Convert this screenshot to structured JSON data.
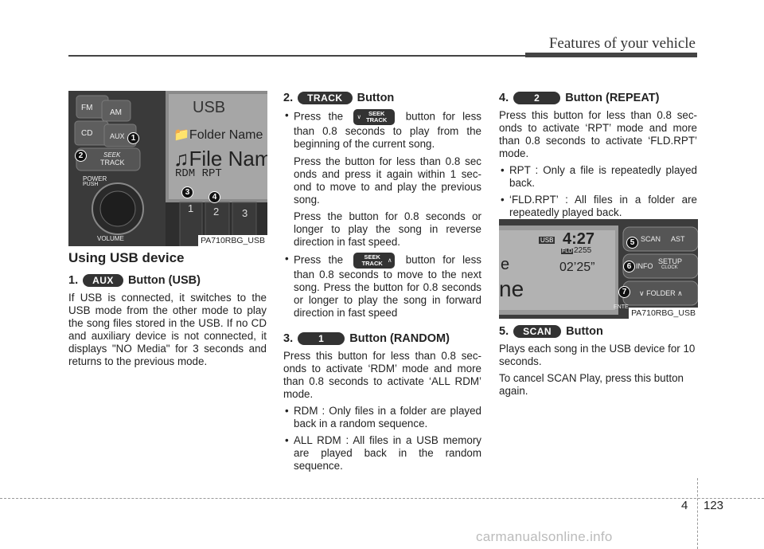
{
  "header": {
    "title": "Features of your vehicle"
  },
  "left": {
    "photo_caption": "PA710RBG_USB",
    "photo": {
      "fm": "FM",
      "am": "AM",
      "cd": "CD",
      "aux": "AUX",
      "seek": "SEEK",
      "track": "TRACK",
      "power": "POWER",
      "push": "PUSH",
      "volume": "VOLUME",
      "display_title": "USB",
      "display_folder": "Folder Name",
      "display_file": "File Name",
      "display_mode": "RDM RPT",
      "key1": "1",
      "key2": "2",
      "key3": "3"
    },
    "heading": "Using USB device",
    "s1_num": "1.",
    "s1_badge": "AUX",
    "s1_title": "Button (USB)",
    "s1_text": "If USB is connected, it switches to the USB mode from the other mode to play the song files stored in the USB. If no CD and auxiliary device is not connected, it displays \"NO Media\" for 3 seconds and returns to the previous mode."
  },
  "middle": {
    "s2_num": "2.",
    "s2_badge": "TRACK",
    "s2_title": "Button",
    "seek_top": "SEEK",
    "seek_bottom": "TRACK",
    "b1_pre": "Press the",
    "b1_post": "button for less than 0.8 seconds to play from the beginning of the current song.",
    "p1": "Press the button for less than 0.8 sec onds and press it again within 1 sec- ond to move to and play the previous song.",
    "p2": "Press the button for 0.8 seconds or longer to play the song in reverse direction in fast speed.",
    "b2_pre": "Press the",
    "b2_post": "button for less than 0.8 seconds to move to the next song. Press the button for 0.8 seconds or longer to play the song in forward direction in fast speed",
    "s3_num": "3.",
    "s3_badge": "1",
    "s3_title": "Button (RANDOM)",
    "s3_text": "Press this button for less than 0.8 sec- onds to activate ‘RDM’ mode and more than 0.8 seconds to activate ‘ALL RDM’ mode.",
    "s3_b1": "RDM : Only files in a folder are played back in a random sequence.",
    "s3_b2": "ALL RDM : All files in a USB memory are played back in the random sequence."
  },
  "right": {
    "s4_num": "4.",
    "s4_badge": "2",
    "s4_title": "Button (REPEAT)",
    "s4_text": "Press this button for less than 0.8 sec- onds to activate ‘RPT’ mode and more than 0.8 seconds to activate ‘FLD.RPT’ mode.",
    "s4_b1": "RPT : Only a file is repeatedly played back.",
    "s4_b2": "‘FLD.RPT’ : All files in a folder are repeatedly played back.",
    "photo_caption": "PA710RBG_USB",
    "photo": {
      "usb": "USB",
      "time": "4:27",
      "fld": "FLD",
      "track": "2255",
      "elapsed": "02’25”",
      "frag_e": "e",
      "frag_ne": "ne",
      "scan": "SCAN",
      "ast": "AST",
      "info": "INFO",
      "setup": "SETUP",
      "clock": "CLOCK",
      "folder": "FOLDER",
      "enter": "ENTE"
    },
    "s5_num": "5.",
    "s5_badge": "SCAN",
    "s5_title": "Button",
    "s5_text1": "Plays each song in the USB device for 10 seconds.",
    "s5_text2": "To cancel SCAN Play, press this button again."
  },
  "footer": {
    "chapter": "4",
    "page": "123",
    "watermark": "carmanualsonline.info"
  }
}
